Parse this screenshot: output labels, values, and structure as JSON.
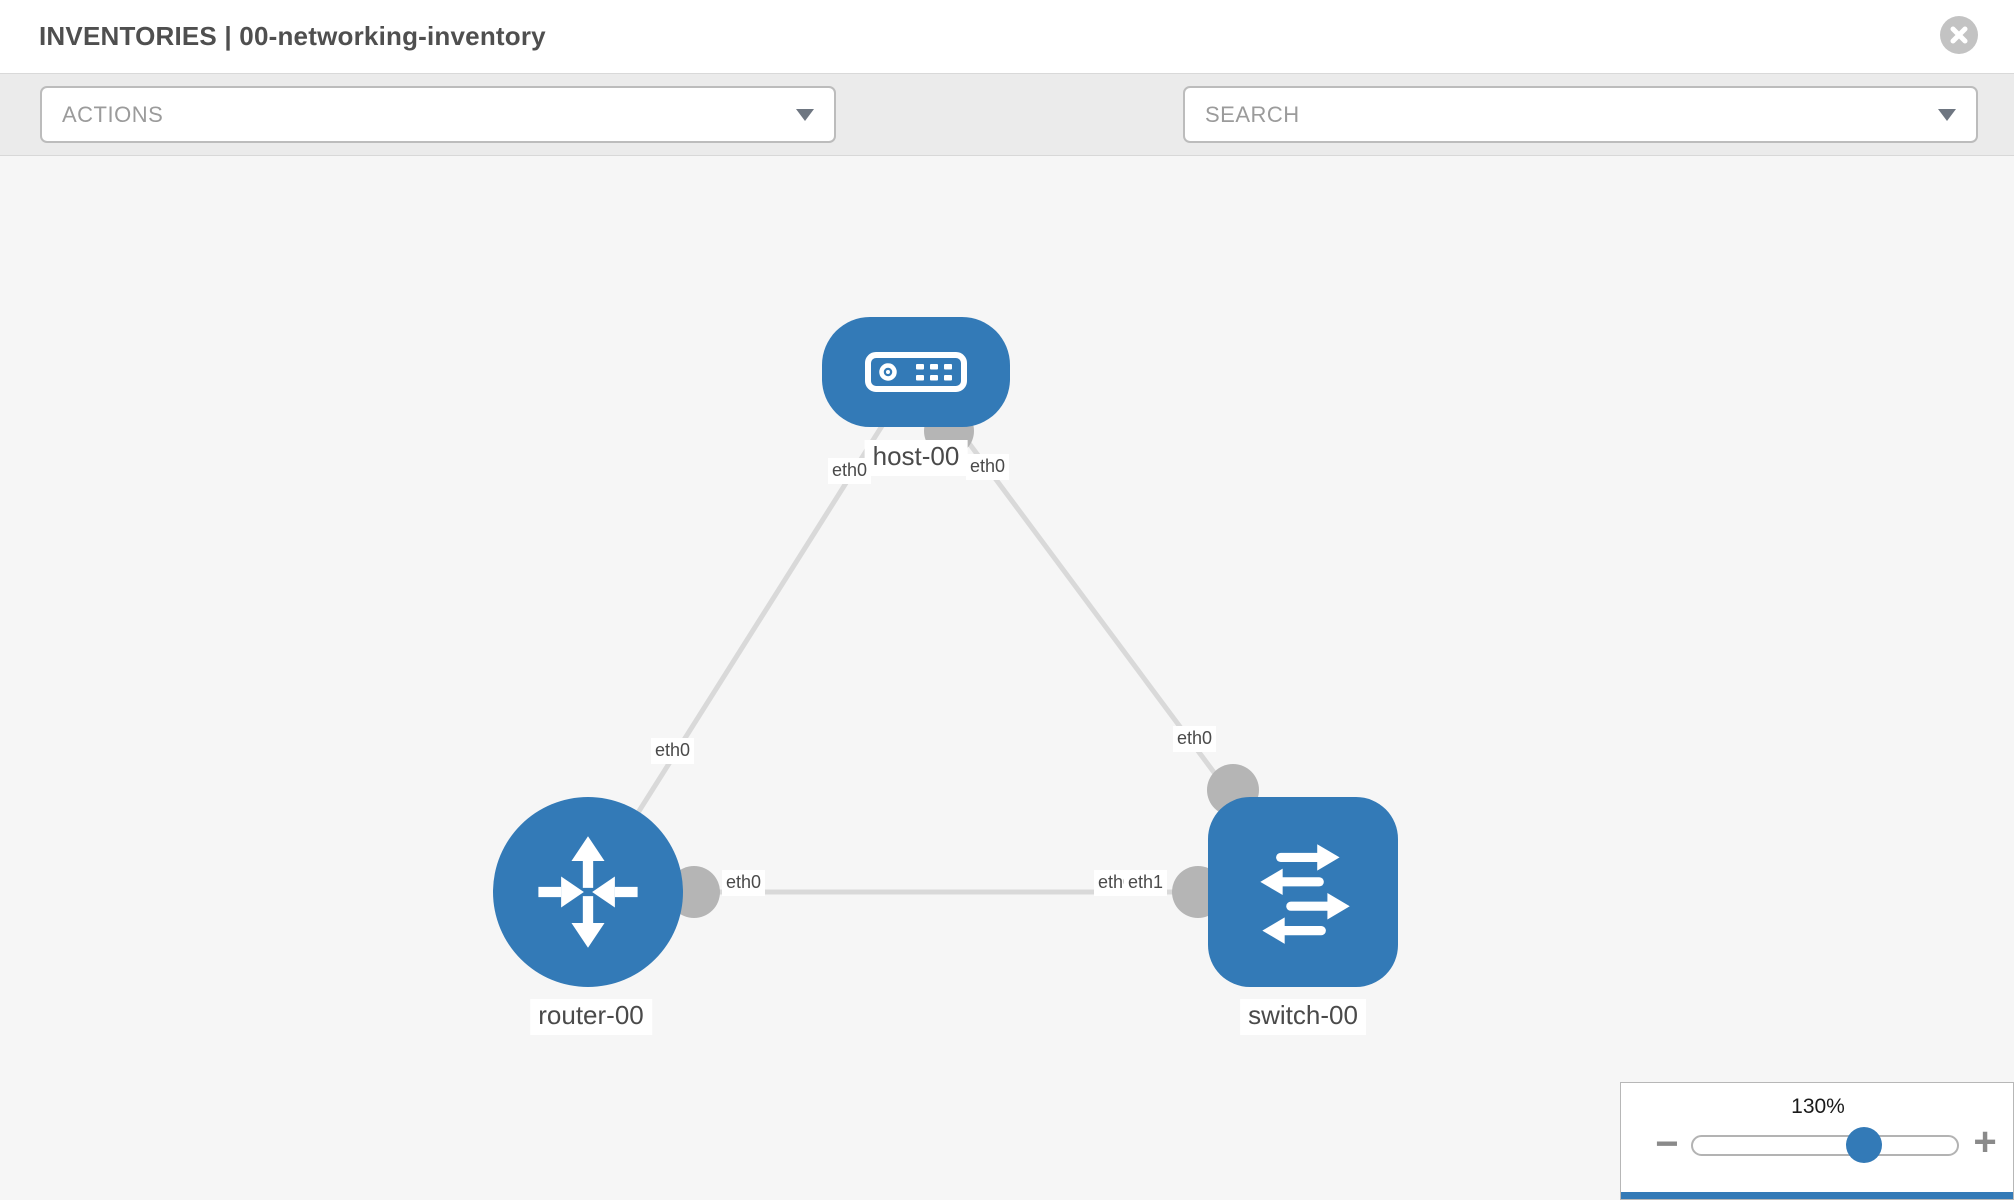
{
  "header": {
    "title": "INVENTORIES | 00-networking-inventory"
  },
  "toolbar": {
    "actions": {
      "label": "ACTIONS"
    },
    "search": {
      "label": "SEARCH"
    },
    "tools": [
      {
        "icon": "wrench-icon"
      },
      {
        "icon": "key-icon"
      }
    ]
  },
  "topology": {
    "nodes": [
      {
        "label": "host-00",
        "type": "host"
      },
      {
        "label": "router-00",
        "type": "router"
      },
      {
        "label": "switch-00",
        "type": "switch"
      }
    ],
    "links": [
      {
        "from": "router-00",
        "to": "host-00",
        "from_iface": "eth0",
        "to_iface": "eth0"
      },
      {
        "from": "switch-00",
        "to": "host-00",
        "from_iface": "eth0",
        "to_iface": "eth0"
      },
      {
        "from": "router-00",
        "to": "switch-00",
        "from_iface": "eth0",
        "to_iface": "eth1"
      }
    ],
    "interface_labels": [
      "eth0",
      "eth0",
      "eth0",
      "eth0",
      "eth0",
      "eth0",
      "eth1"
    ]
  },
  "zoom": {
    "value": "130%",
    "minus": "−",
    "plus": "+"
  },
  "colors": {
    "node_blue": "#337ab7",
    "link_gray": "#d9d9d9",
    "connector_gray": "#b5b5b5",
    "toolbar_bg": "#ebebeb",
    "canvas_bg": "#f6f6f6"
  }
}
